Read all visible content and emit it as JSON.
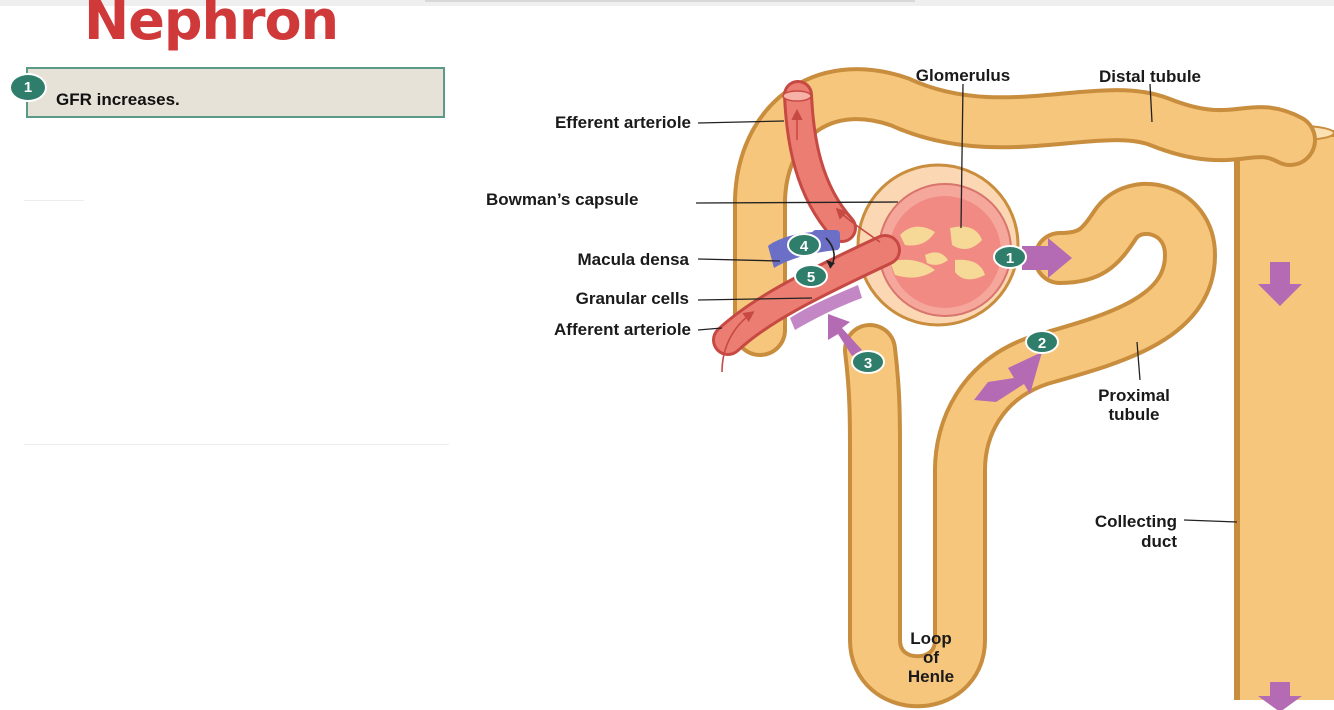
{
  "page": {
    "title": "Nephron"
  },
  "step": {
    "badge": "1",
    "text": "GFR increases."
  },
  "labels": {
    "glomerulus": "Glomerulus",
    "distal_tubule": "Distal tubule",
    "efferent_arteriole": "Efferent arteriole",
    "bowmans_capsule": "Bowman’s capsule",
    "macula_densa": "Macula densa",
    "granular_cells": "Granular cells",
    "afferent_arteriole": "Afferent arteriole",
    "proximal_tubule": [
      "Proximal",
      "tubule"
    ],
    "collecting_duct": [
      "Collecting",
      "duct"
    ],
    "loop_of_henle": [
      "Loop",
      "of",
      "Henle"
    ]
  },
  "markers": [
    "1",
    "2",
    "3",
    "4",
    "5"
  ],
  "colors": {
    "title": "#d0393a",
    "tubule": "#f6c67c",
    "tubule_outline": "#c98d3e",
    "capsule": "#f0a49a",
    "glomerulus": "#f07f7c",
    "arteriole": "#e8736c",
    "macula_densa": "#6b6fc6",
    "granular_cells": "#c487c6",
    "flow_arrow": "#b46bb4",
    "marker": "#2f7d6b",
    "step_box": "#e6e2d8"
  }
}
